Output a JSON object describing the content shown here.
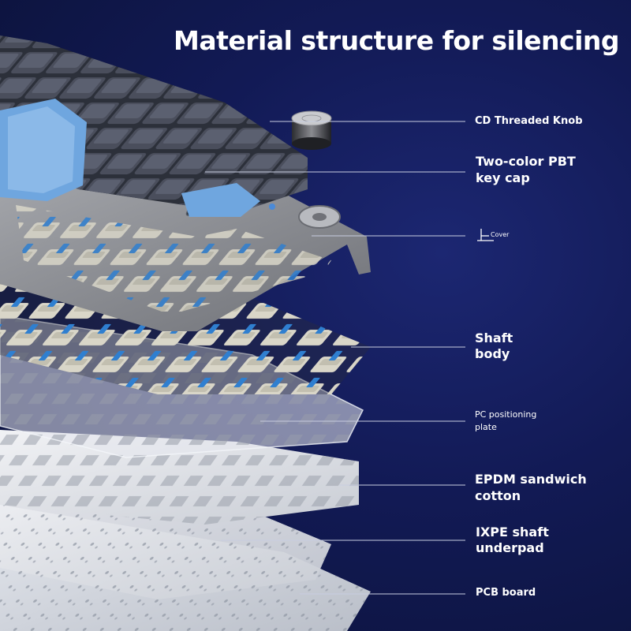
{
  "title": "Material structure for silencing",
  "labels": {
    "knob": "CD Threaded Knob",
    "keycap": "Two-color PBT\nkey cap",
    "cover": "Cover",
    "shaft": "Shaft\nbody",
    "pc_plate": "PC positioning\nplate",
    "epdm": "EPDM sandwich\ncotton",
    "ixpe": "IXPE shaft\nunderpad",
    "pcb": "PCB board"
  },
  "colors": {
    "background": "#121a55",
    "leader_line": "#c8cde0",
    "keycap_dark": "#3d4150",
    "keycap_blue": "#6fa6df",
    "case_gray": "#8d8f94",
    "switch_stem": "#2f7fd0",
    "switch_housing": "#d9d6c8"
  }
}
